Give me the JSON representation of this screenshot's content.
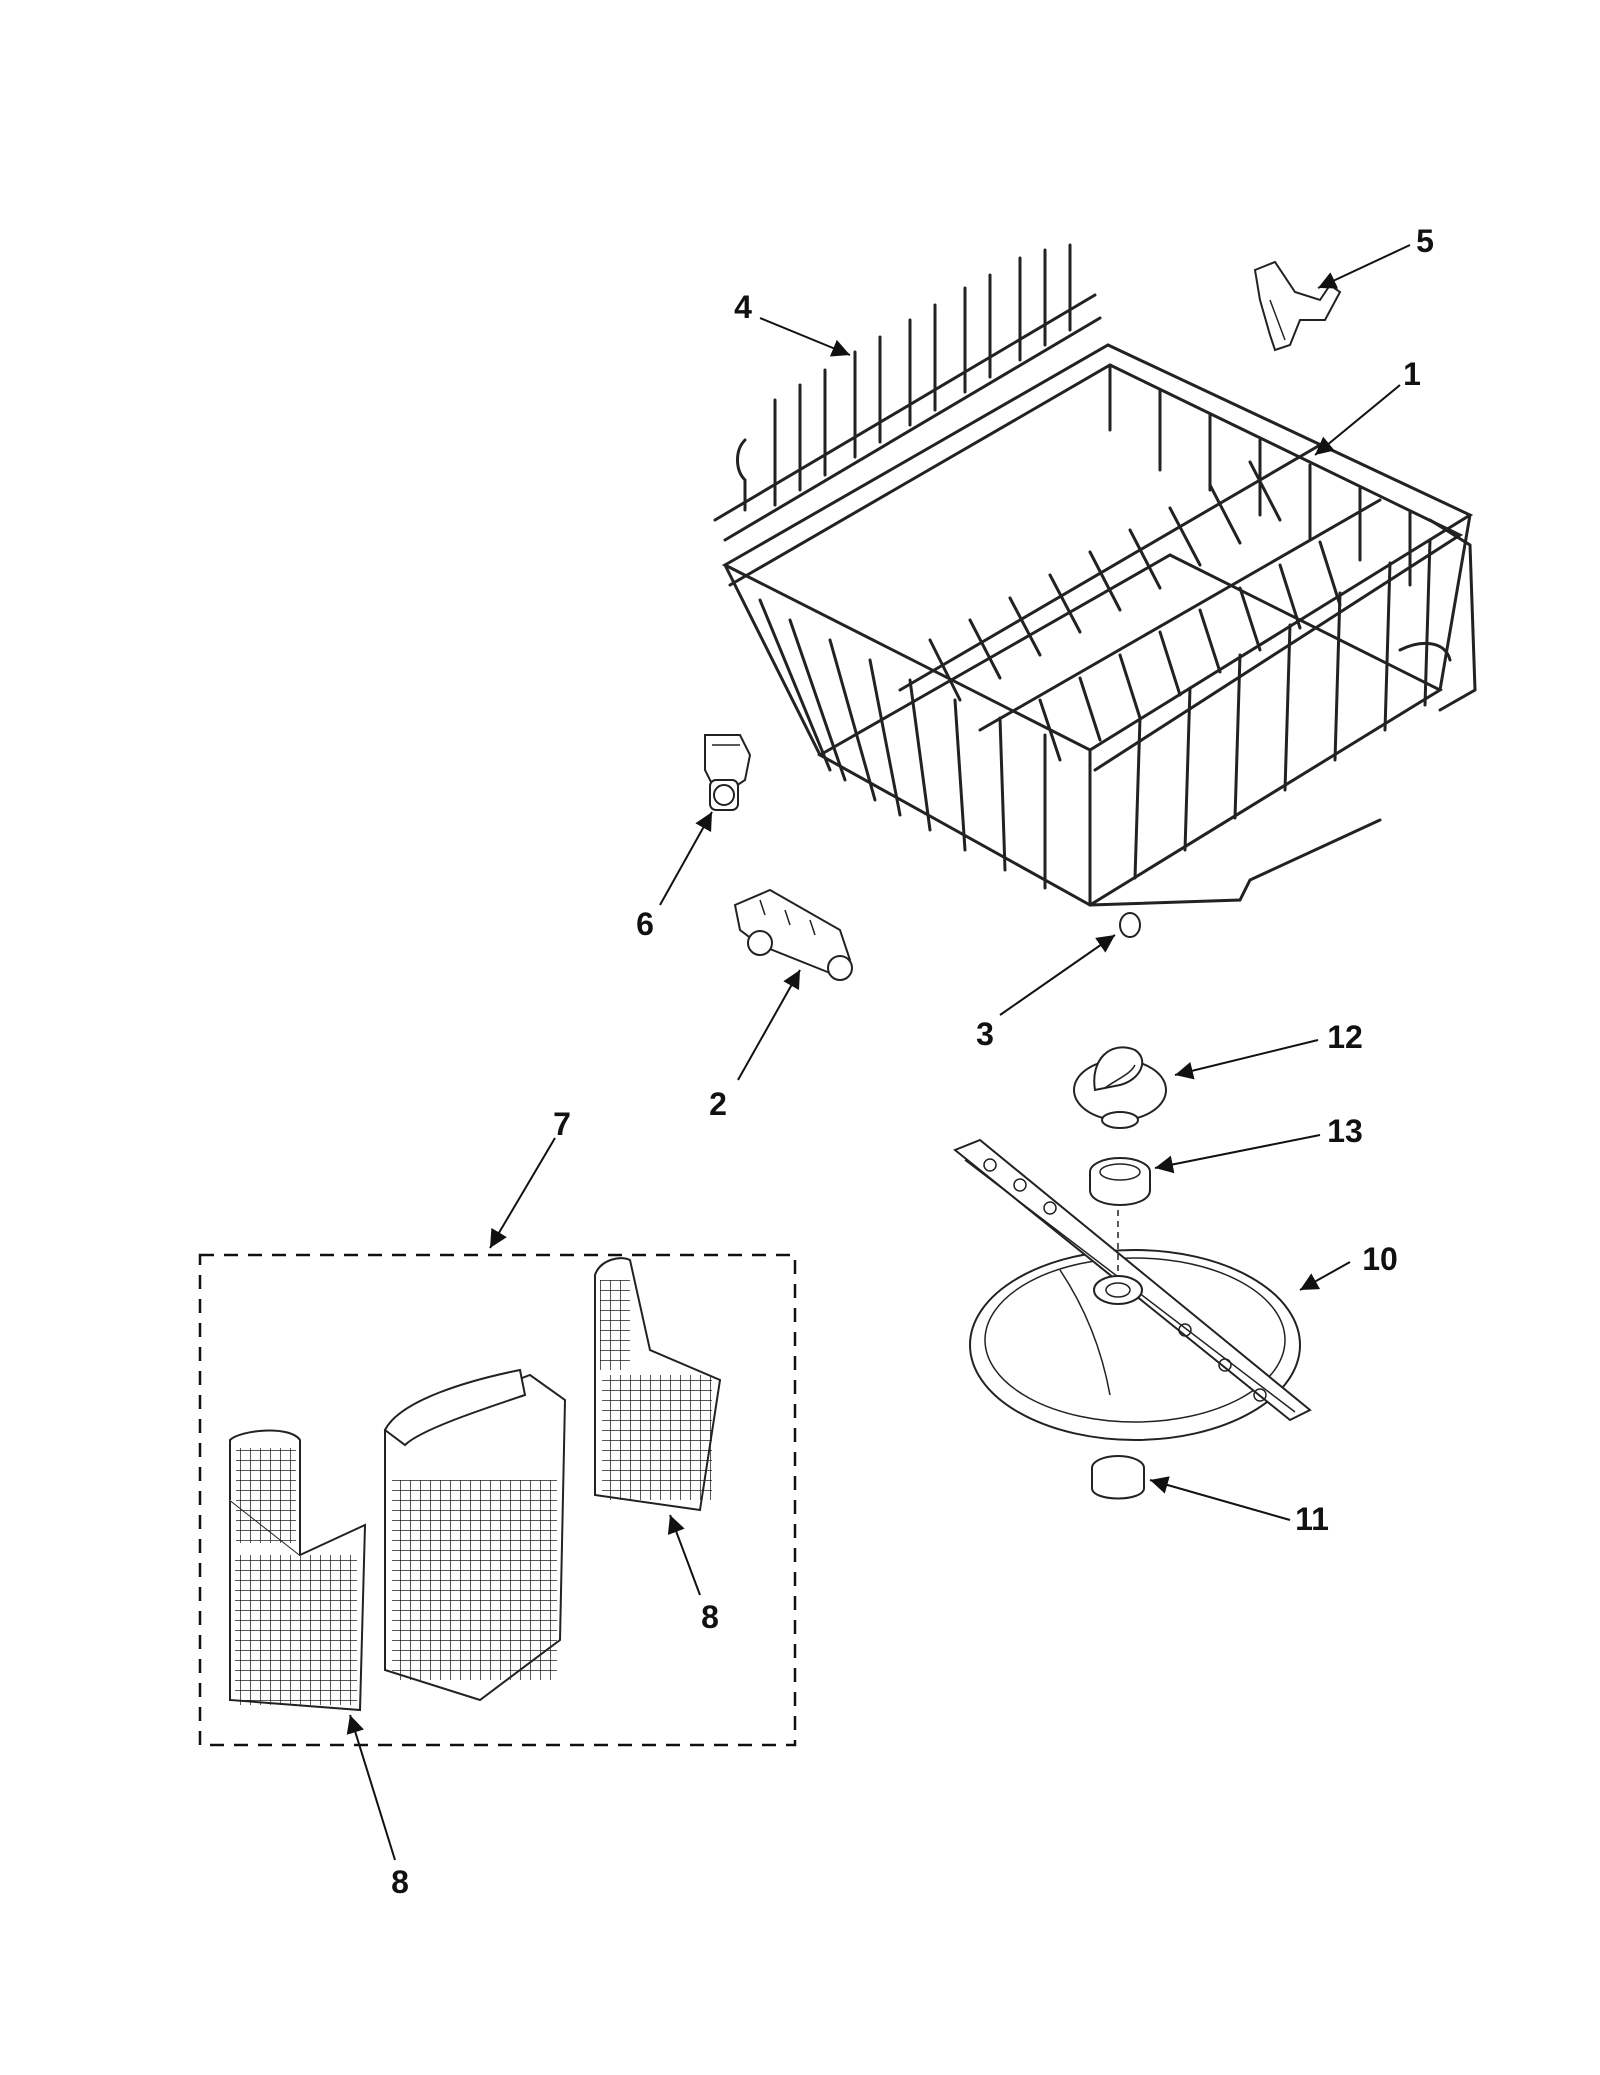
{
  "callouts": {
    "c1": "1",
    "c2": "2",
    "c3": "3",
    "c4": "4",
    "c5": "5",
    "c6": "6",
    "c7": "7",
    "c8a": "8",
    "c8b": "8",
    "c10": "10",
    "c11": "11",
    "c12": "12",
    "c13": "13"
  }
}
